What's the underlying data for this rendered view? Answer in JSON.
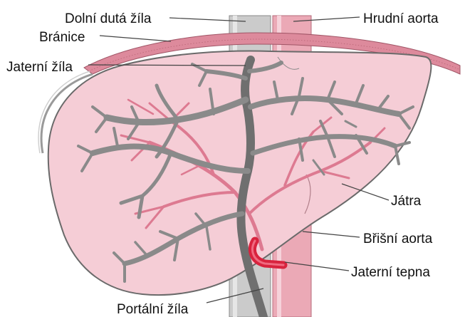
{
  "labels": {
    "ivc": "Dolní dutá žíla",
    "thoracic_aorta": "Hrudní aorta",
    "diaphragm": "Bránice",
    "hepatic_vein": "Jaterní žíla",
    "liver": "Játra",
    "abdominal_aorta": "Břišní aorta",
    "hepatic_artery": "Jaterní tepna",
    "portal_vein": "Portální žíla"
  },
  "colors": {
    "liver_fill": "#f5cdd6",
    "liver_outline": "#6a6a6a",
    "vein_gray": "#8a8a8a",
    "vein_dark": "#5c5c5c",
    "artery_pink": "#dd7a91",
    "artery_red": "#d8233e",
    "diaphragm": "#dd8a9c",
    "ivc_gray": "#c9c9c9",
    "aorta_pink": "#eba9b6"
  }
}
